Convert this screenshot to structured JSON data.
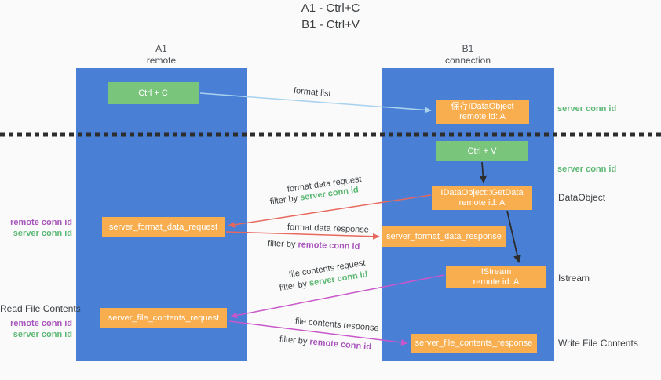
{
  "colors": {
    "bg": "#fafafa",
    "lane-blue": "#4a7fd6",
    "box-green": "#7ac57c",
    "box-orange": "#f8ad4e",
    "text-dark": "#3c4043",
    "text-gray": "#4c5157",
    "text-green": "#5cb874",
    "text-purple": "#a855bb",
    "arrow-blue": "#a9d2ee",
    "arrow-red": "#e8685e",
    "arrow-magenta": "#c957c9",
    "arrow-black": "#2d2d2d"
  },
  "title": {
    "line1": "A1 - Ctrl+C",
    "line2": "B1 - Ctrl+V"
  },
  "lanes": {
    "a": {
      "name": "A1",
      "subtitle": "remote"
    },
    "b": {
      "name": "B1",
      "subtitle": "connection"
    }
  },
  "nodes": {
    "ctrl_c": {
      "label": "Ctrl + C"
    },
    "ctrl_v": {
      "label": "Ctrl + V"
    },
    "save_dataobject": {
      "line1": "保存IDataObject",
      "line2": "remote id: A"
    },
    "getdata": {
      "line1": "IDataObject::GetData",
      "line2": "remote id: A"
    },
    "istream": {
      "line1": "IStream",
      "line2": "remote id: A"
    },
    "format_request": {
      "label": "server_format_data_request"
    },
    "format_response": {
      "label": "server_format_data_response"
    },
    "file_request": {
      "label": "server_file_contents_request"
    },
    "file_response": {
      "label": "server_file_contents_response"
    }
  },
  "arrow_labels": {
    "format_list": "format list",
    "format_data_request": "format data request",
    "format_data_response": "format data response",
    "file_contents_request": "file contents request",
    "file_contents_response": "file contents response",
    "filter_by": "filter by",
    "server_conn_id": "server conn id",
    "remote_conn_id": "remote conn id"
  },
  "side_labels": {
    "right_server_conn_id_top": "server conn id",
    "right_server_conn_id_mid": "server conn id",
    "dataobject": "DataObject",
    "istream": "Istream",
    "write_file_contents": "Write File Contents",
    "read_file_contents": "Read File Contents",
    "left_remote_conn_id_1": "remote conn id",
    "left_server_conn_id_1": "server conn id",
    "left_remote_conn_id_2": "remote conn id",
    "left_server_conn_id_2": "server conn id"
  }
}
